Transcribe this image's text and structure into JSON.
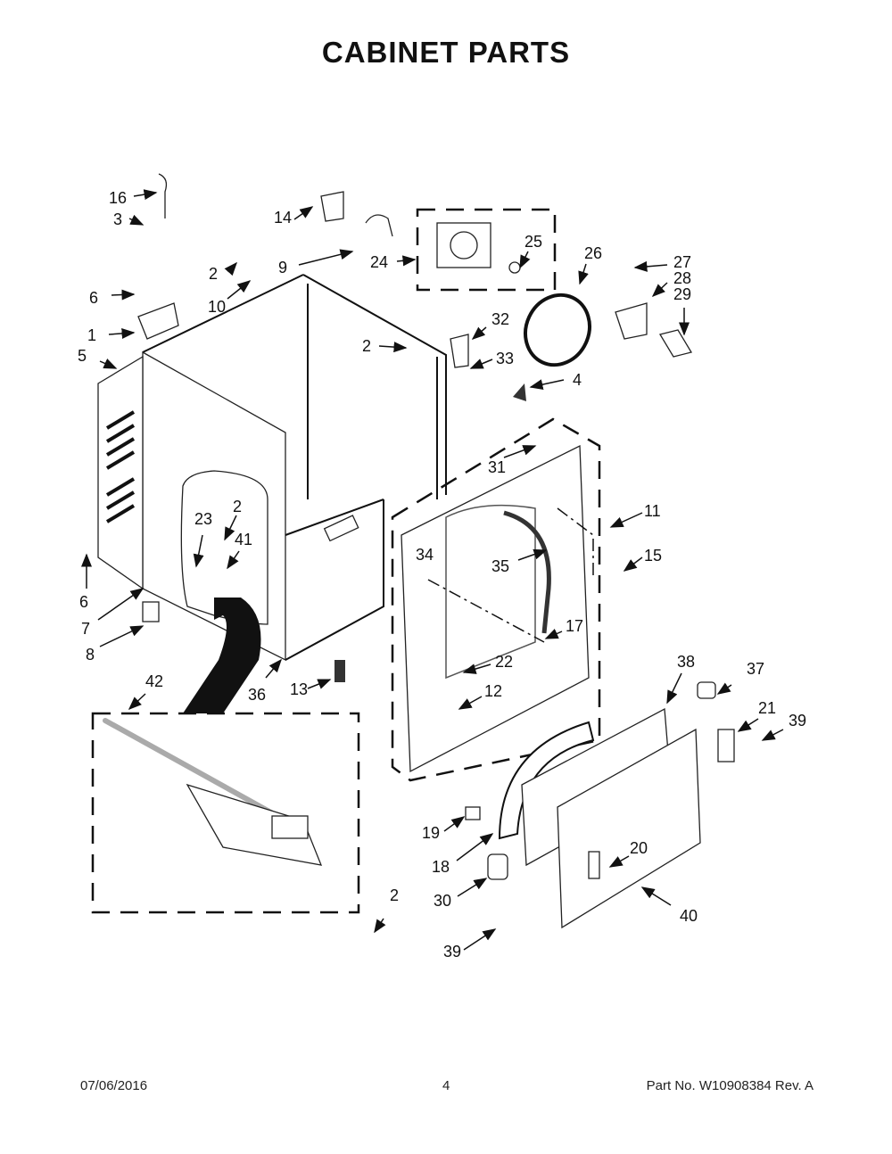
{
  "header": {
    "title": "CABINET PARTS"
  },
  "footer": {
    "date": "07/06/2016",
    "page_number": "4",
    "part_number": "Part No.  W10908384  Rev.  A"
  },
  "callouts": {
    "c1": "1",
    "c2a": "2",
    "c2b": "2",
    "c2c": "2",
    "c2d": "2",
    "c3": "3",
    "c4": "4",
    "c5": "5",
    "c6a": "6",
    "c6b": "6",
    "c7": "7",
    "c8": "8",
    "c9": "9",
    "c10": "10",
    "c11": "11",
    "c12": "12",
    "c13": "13",
    "c14": "14",
    "c15": "15",
    "c16": "16",
    "c17": "17",
    "c18": "18",
    "c19": "19",
    "c20": "20",
    "c21": "21",
    "c22": "22",
    "c23": "23",
    "c24": "24",
    "c25": "25",
    "c26": "26",
    "c27": "27",
    "c28": "28",
    "c29": "29",
    "c30": "30",
    "c31": "31",
    "c32": "32",
    "c33": "33",
    "c34": "34",
    "c35": "35",
    "c36": "36",
    "c37": "37",
    "c38": "38",
    "c39a": "39",
    "c39b": "39",
    "c40": "40",
    "c41": "41",
    "c42": "42"
  }
}
